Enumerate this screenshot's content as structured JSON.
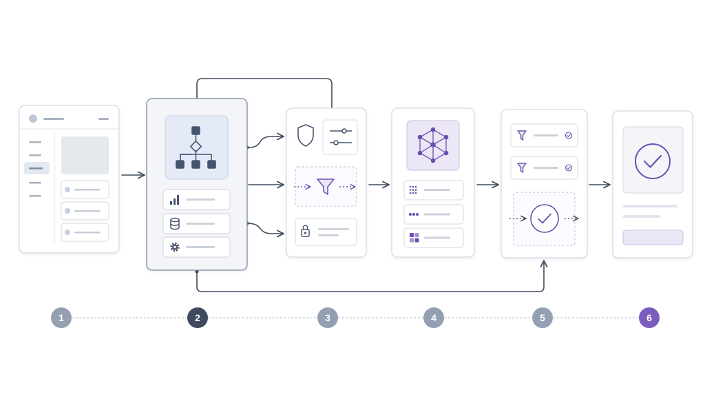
{
  "steps": [
    {
      "number": "1",
      "state": "inactive"
    },
    {
      "number": "2",
      "state": "active"
    },
    {
      "number": "3",
      "state": "inactive"
    },
    {
      "number": "4",
      "state": "inactive"
    },
    {
      "number": "5",
      "state": "inactive"
    },
    {
      "number": "6",
      "state": "final"
    }
  ],
  "panels": {
    "panel1": {
      "icons": [
        "avatar-icon",
        "list-item-dot-icon"
      ]
    },
    "panel2": {
      "icons": [
        "hierarchy-icon",
        "bar-chart-icon",
        "database-icon",
        "gear-icon"
      ]
    },
    "panel3": {
      "icons": [
        "shield-icon",
        "sliders-icon",
        "funnel-icon",
        "lock-icon"
      ]
    },
    "panel4": {
      "icons": [
        "network-cube-icon",
        "grid-dots-icon",
        "three-dots-icon",
        "tiles-icon"
      ]
    },
    "panel5": {
      "icons": [
        "funnel-icon",
        "check-circle-icon"
      ]
    },
    "panel6": {
      "icons": [
        "check-circle-icon"
      ]
    }
  },
  "colors": {
    "line": "#3f4a5e",
    "panel_border": "#d5d9e1",
    "panel_bg": "#ffffff",
    "active_panel_bg": "#f3f5f9",
    "active_panel_border": "#7c889c",
    "placeholder": "#e3e6eb",
    "blue_tile_bg": "#e4ebf7",
    "blue_tile_border": "#c3d1ea",
    "icon_dark": "#44546f",
    "purple": "#6b4fb0",
    "purple_light": "#ece7f6",
    "purple_border": "#c9bde6",
    "step_inactive": "#94a0b2",
    "step_active": "#3f4a5e",
    "step_final": "#7b5cbd",
    "dotted": "#c3c9d3"
  }
}
